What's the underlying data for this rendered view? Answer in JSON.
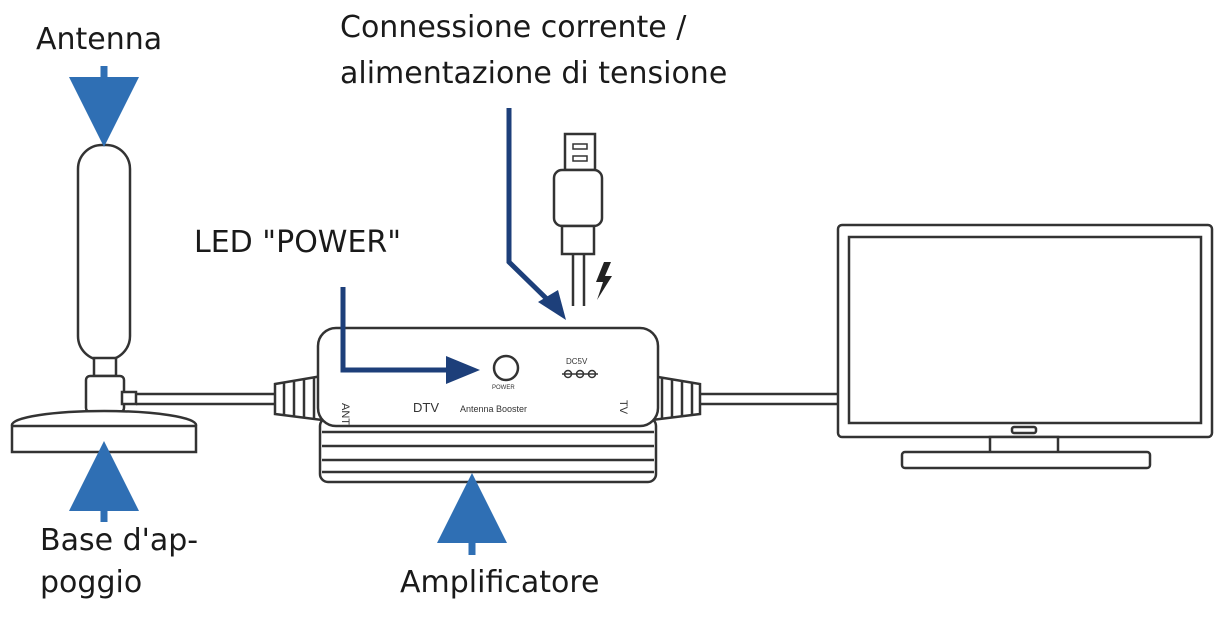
{
  "labels": {
    "antenna": "Antenna",
    "power_connection_line1": "Connessione corrente /",
    "power_connection_line2": "alimentazione di tensione",
    "led_power": "LED \"POWER\"",
    "base_line1": "Base d'ap-",
    "base_line2": "poggio",
    "amplifier": "Amplificatore"
  },
  "device_markings": {
    "ant": "ANT",
    "tv": "TV",
    "dtv": "DTV",
    "model": "Antenna Booster",
    "power": "POWER",
    "dc": "DC5V"
  },
  "colors": {
    "arrow_blue": "#2f6fb4",
    "arrow_navy": "#1d3f7a",
    "outline": "#333333"
  }
}
